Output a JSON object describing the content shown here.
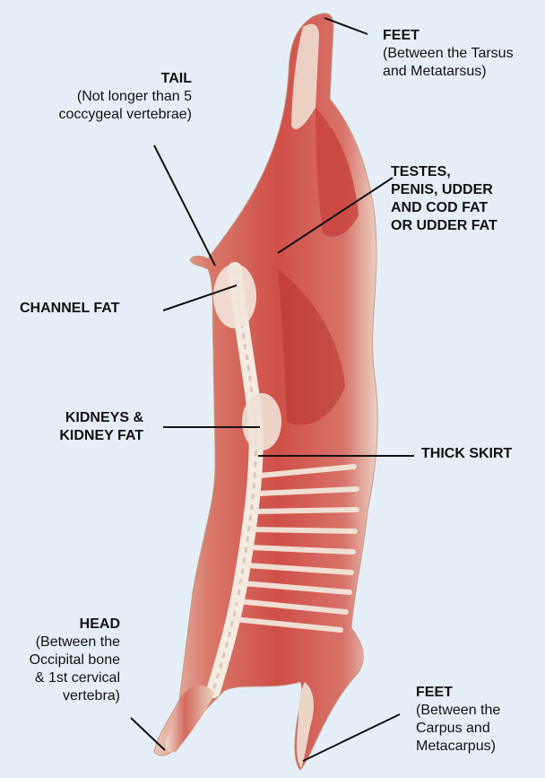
{
  "labels": {
    "feet_top": {
      "title": "FEET",
      "line1": "(Between the Tarsus",
      "line2": "and Metatarsus)"
    },
    "tail": {
      "title": "TAIL",
      "line1": "(Not longer than 5",
      "line2": "coccygeal vertebrae)"
    },
    "testes": {
      "line1": "TESTES,",
      "line2": "PENIS, UDDER",
      "line3": "AND COD FAT",
      "line4": "OR UDDER FAT"
    },
    "channel_fat": {
      "title": "CHANNEL FAT"
    },
    "kidneys": {
      "line1": "KIDNEYS &",
      "line2": "KIDNEY FAT"
    },
    "thick_skirt": {
      "title": "THICK SKIRT"
    },
    "head": {
      "title": "HEAD",
      "line1": "(Between the",
      "line2": "Occipital bone",
      "line3": "& 1st cervical",
      "line4": "vertebra)"
    },
    "feet_bottom": {
      "title": "FEET",
      "line1": "(Between the",
      "line2": "Carpus and",
      "line3": "Metacarpus)"
    }
  },
  "colors": {
    "background": "#e6eff8",
    "meat": "#d45a54",
    "meat_dark": "#b8322f",
    "fat": "#f2e2d4",
    "bone": "#f5ede4",
    "line": "#111111"
  },
  "image": "lamb-carcass-illustration"
}
